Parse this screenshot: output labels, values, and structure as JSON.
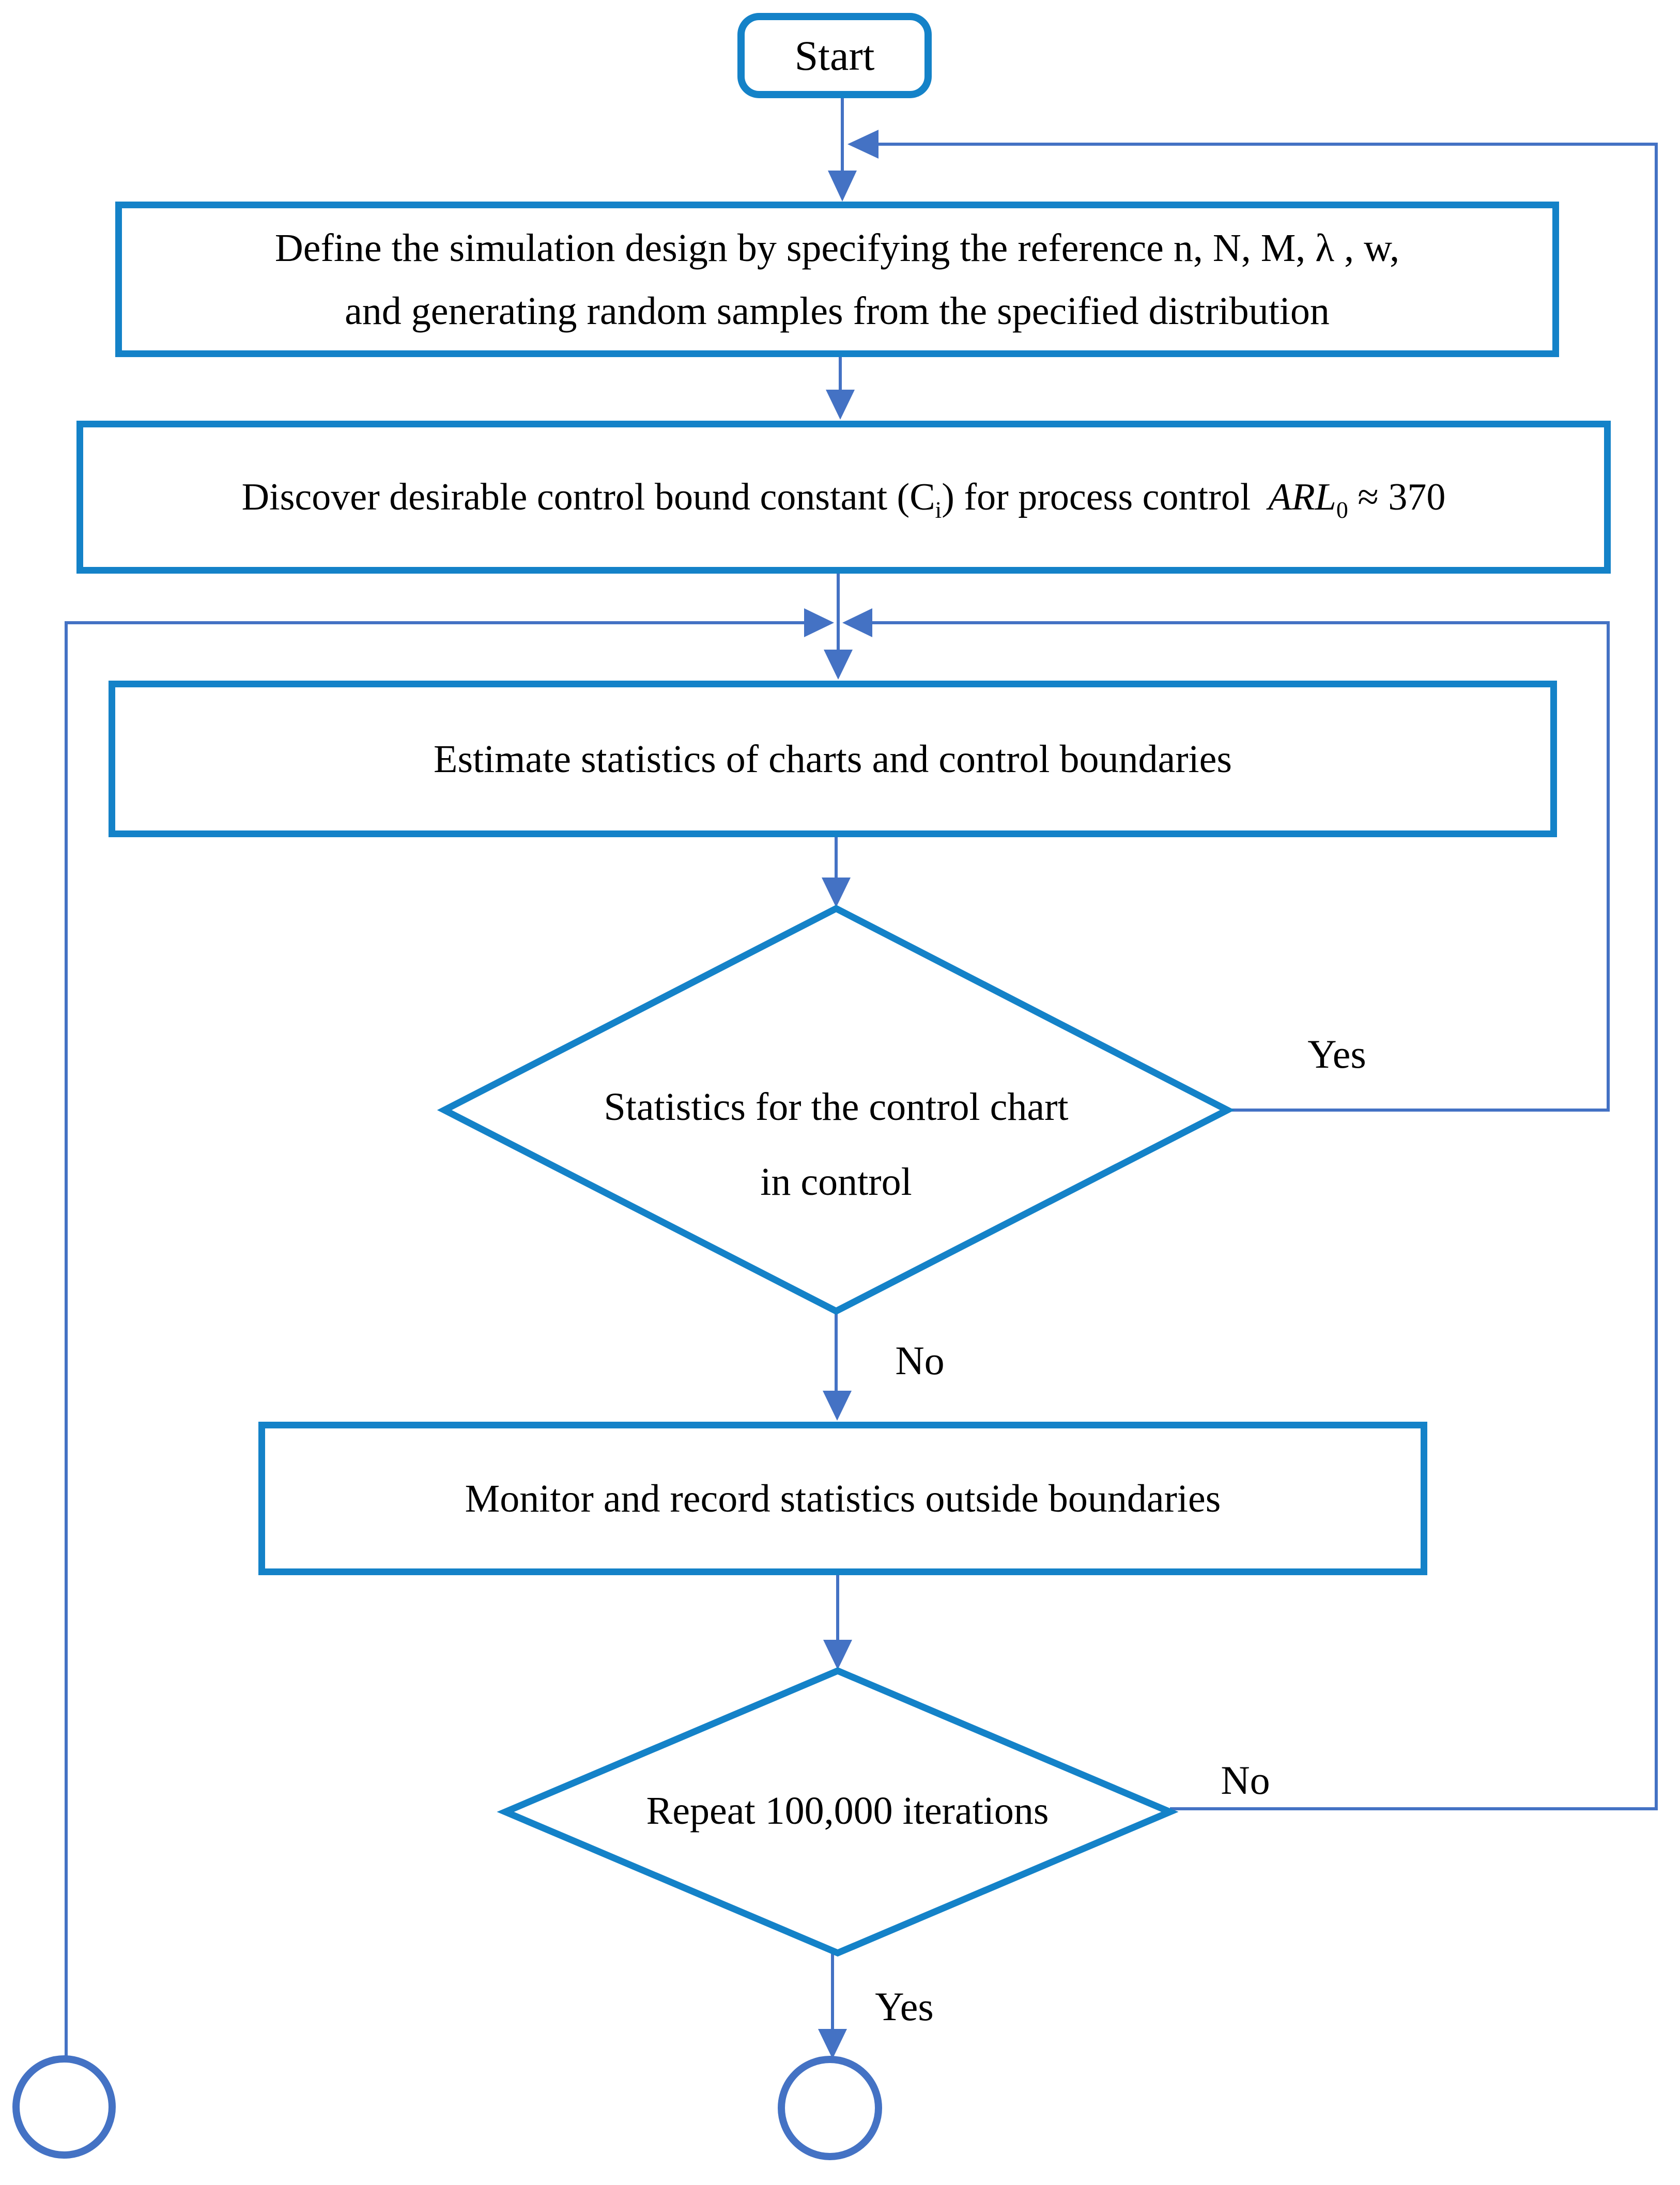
{
  "colors": {
    "shape_border": "#1482C8",
    "connector": "#4472C4",
    "text": "#000000",
    "background": "#FFFFFF"
  },
  "nodes": {
    "start": "Start",
    "define": {
      "line1": "Define the simulation design by specifying the reference n, N, M, λ , w,",
      "line2": "and generating random samples from the specified distribution"
    },
    "discover": {
      "part1": "Discover desirable control bound constant (C",
      "sub_i": "i",
      "part2": ") for process control",
      "arl": "ARL",
      "sub_0": "0",
      "part3": " ≈ 370"
    },
    "estimate": "Estimate statistics of charts and control boundaries",
    "decision_in_control": {
      "line1": "Statistics for the control chart",
      "line2": "in control"
    },
    "monitor": "Monitor and record statistics outside boundaries",
    "decision_repeat": "Repeat 100,000 iterations"
  },
  "labels": {
    "in_control_yes": "Yes",
    "in_control_no": "No",
    "repeat_no": "No",
    "repeat_yes": "Yes"
  }
}
